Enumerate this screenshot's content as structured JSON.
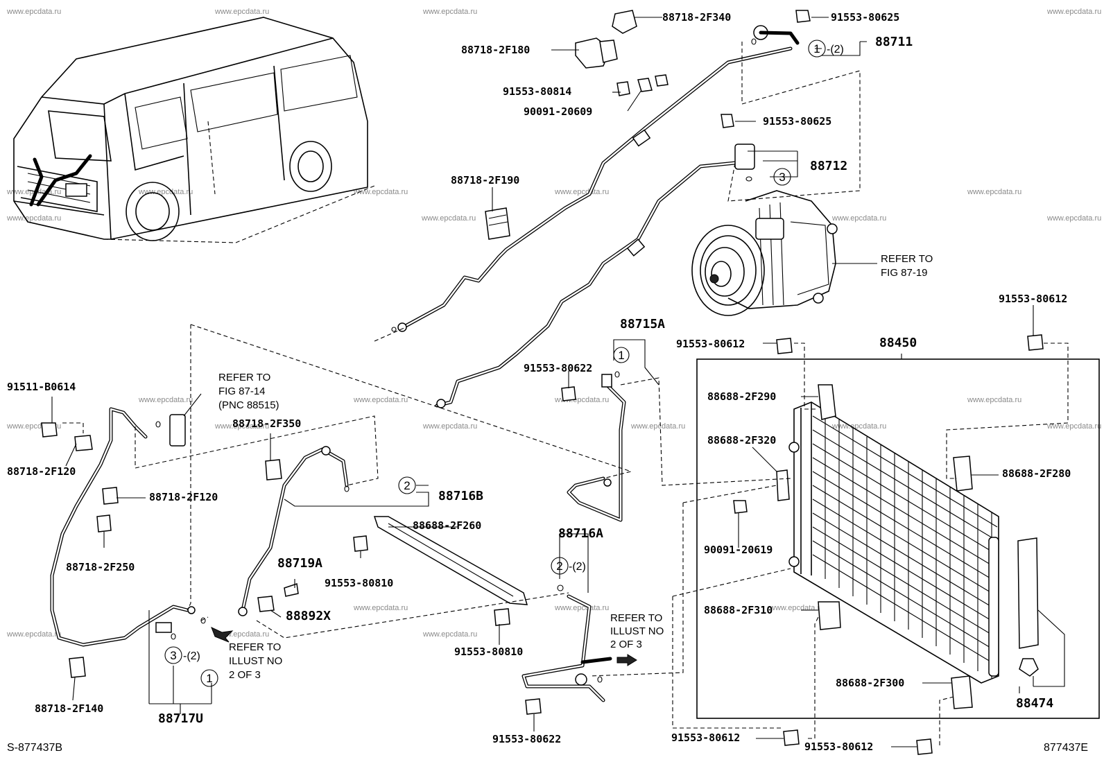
{
  "watermark": "www.epcdata.ru",
  "diagram_code_left": "S-877437B",
  "diagram_code_right": "877437E",
  "refer_notes": {
    "fig_87_19": [
      "REFER TO",
      "FIG 87-19"
    ],
    "fig_87_14": [
      "REFER TO",
      "FIG 87-14",
      "(PNC 88515)"
    ],
    "illust_2_of_3_a": [
      "REFER TO",
      "ILLUST NO",
      "2 OF 3"
    ],
    "illust_2_of_3_b": [
      "REFER TO",
      "ILLUST NO",
      "2 OF 3"
    ]
  },
  "callouts": {
    "c1_top": "1",
    "c1_top_qty": "-(2)",
    "c3_top": "3",
    "c1_mid": "1",
    "c2_mid": "2",
    "c2_low": "2",
    "c2_low_qty": "-(2)",
    "c3_low": "3",
    "c3_low_qty": "-(2)",
    "c1_low": "1"
  },
  "parts": {
    "p88718_2F340": "88718-2F340",
    "p91553_80625_a": "91553-80625",
    "p88718_2F180": "88718-2F180",
    "p88711": "88711",
    "p91553_80814": "91553-80814",
    "p90091_20609": "90091-20609",
    "p91553_80625_b": "91553-80625",
    "p88712": "88712",
    "p88718_2F190": "88718-2F190",
    "p88715A": "88715A",
    "p91553_80612_a": "91553-80612",
    "p91553_80612_b": "91553-80612",
    "p88450": "88450",
    "p91553_80622_a": "91553-80622",
    "p88688_2F290": "88688-2F290",
    "p91511_B0614": "91511-B0614",
    "p88718_2F350": "88718-2F350",
    "p88688_2F320": "88688-2F320",
    "p88688_2F280": "88688-2F280",
    "p88718_2F120_a": "88718-2F120",
    "p88716B": "88716B",
    "p88718_2F120_b": "88718-2F120",
    "p88688_2F260": "88688-2F260",
    "p88716A": "88716A",
    "p90091_20619": "90091-20619",
    "p88718_2F250": "88718-2F250",
    "p88719A": "88719A",
    "p91553_80810_a": "91553-80810",
    "p88892X": "88892X",
    "p88688_2F310": "88688-2F310",
    "p91553_80810_b": "91553-80810",
    "p88688_2F300": "88688-2F300",
    "p88474": "88474",
    "p88718_2F140": "88718-2F140",
    "p88717U": "88717U",
    "p91553_80622_b": "91553-80622",
    "p91553_80612_c": "91553-80612",
    "p91553_80612_d": "91553-80612"
  }
}
